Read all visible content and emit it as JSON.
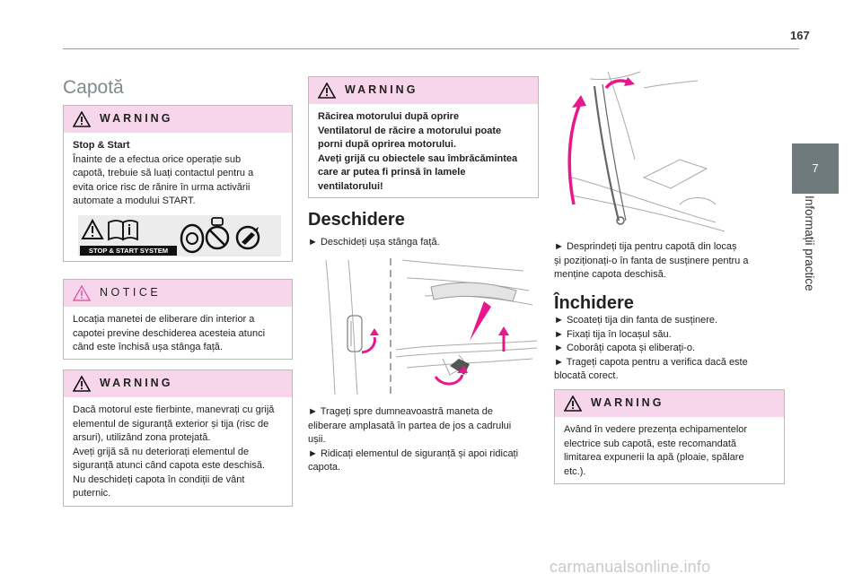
{
  "page": {
    "number": "167",
    "chapter_number": "7",
    "chapter_title": "Informații practice",
    "watermark": "carmanualsonline.info"
  },
  "left": {
    "title": "Capotă",
    "warning1": {
      "heading": "WARNING",
      "lines": [
        "Stop & Start",
        "Înainte de a efectua orice operație sub",
        "capotă, trebuie să luați contactul pentru a",
        "evita orice risc de rănire în urma activării",
        "automate a modului START."
      ],
      "banner": "STOP & START SYSTEM"
    },
    "notice": {
      "heading": "NOTICE",
      "lines": [
        "Locația manetei de eliberare din interior a",
        "capotei previne deschiderea acesteia atunci",
        "când este închisă ușa stânga față."
      ]
    },
    "warning2": {
      "heading": "WARNING",
      "lines": [
        "Dacă motorul este fierbinte, manevrați cu grijă",
        "elementul de siguranță exterior și tija (risc de",
        "arsuri), utilizând zona protejată.",
        "Aveți grijă să nu deteriorați elementul de",
        "siguranță atunci când capota este deschisă.",
        "Nu deschideți capota în condiții de vânt",
        "puternic."
      ]
    }
  },
  "middle": {
    "warning": {
      "heading": "WARNING",
      "lines": [
        "Răcirea motorului după oprire",
        "Ventilatorul de răcire a motorului poate",
        "porni după oprirea motorului.",
        "Aveți grijă cu obiectele sau îmbrăcămintea",
        "care ar putea fi prinsă în lamele",
        "ventilatorului!"
      ]
    },
    "section_title": "Deschidere",
    "step1": "► Deschideți ușa stânga față.",
    "steps2": [
      "► Trageți spre dumneavoastră maneta de",
      "eliberare amplasată în partea de jos a cadrului",
      "ușii.",
      "► Ridicați elementul de siguranță și apoi ridicați",
      "capota."
    ]
  },
  "right": {
    "steps1": [
      "► Desprindeți tija pentru capotă din locaș",
      "și poziționați-o în fanta de susținere pentru a",
      "menține capota deschisă."
    ],
    "section_title": "Închidere",
    "steps2": [
      "► Scoateți tija din fanta de susținere.",
      "► Fixați tija în locașul său.",
      "► Coborâți capota și eliberați-o.",
      "► Trageți capota pentru a verifica dacă este",
      "blocată corect."
    ],
    "warning": {
      "heading": "WARNING",
      "lines": [
        "Având în vedere prezența echipamentelor",
        "electrice sub capotă, este recomandată",
        "limitarea expunerii la apă (ploaie, spălare",
        "etc.)."
      ]
    }
  },
  "colors": {
    "accent_pink": "#e8188c",
    "box_header": "#f7d5ea",
    "tab_grey": "#6f7a7c"
  }
}
